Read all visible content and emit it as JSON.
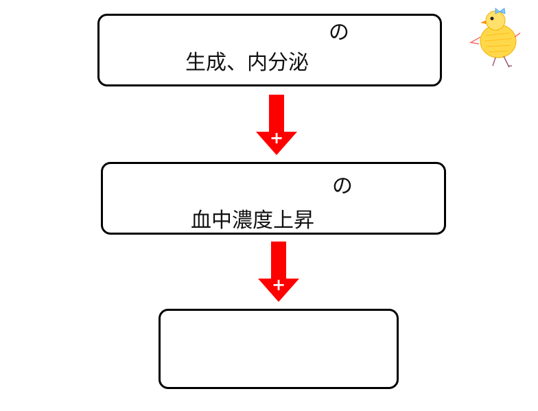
{
  "boxes": [
    {
      "top_word": "の",
      "main_text": "生成、内分泌"
    },
    {
      "top_word": "の",
      "main_text": "血中濃度上昇"
    },
    {
      "top_word": "",
      "main_text": ""
    }
  ],
  "arrows": [
    {
      "sign": "+"
    },
    {
      "sign": "+"
    }
  ],
  "colors": {
    "arrow": "#ff0000",
    "border": "#000000",
    "sign": "#ffffff"
  },
  "decoration": {
    "icon": "chick-drawing-icon"
  }
}
